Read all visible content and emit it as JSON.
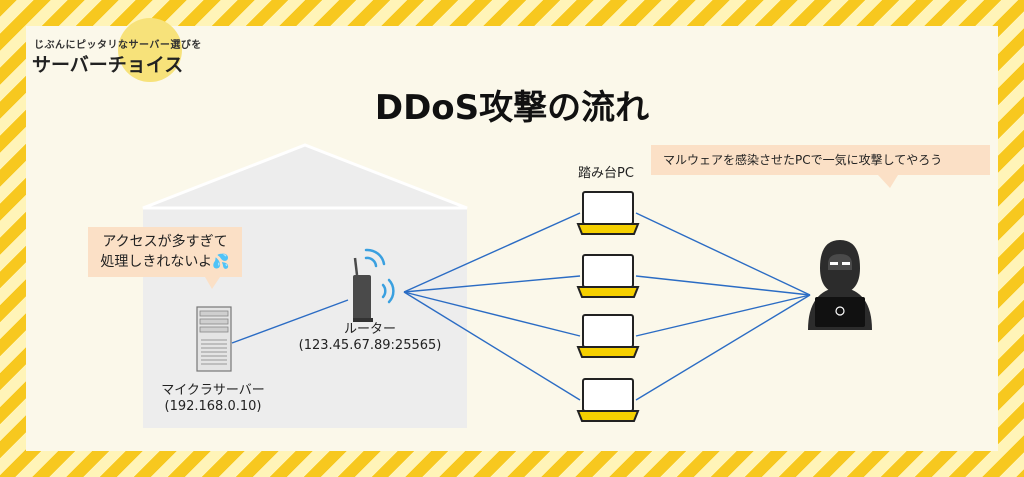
{
  "brand": {
    "tagline": "じぶんにピッタリなサーバー選びを",
    "name": "サーバーチョイス"
  },
  "title": "DDoS攻撃の流れ",
  "server": {
    "bubble_line1": "アクセスが多すぎて",
    "bubble_line2": "処理しきれないよ💦",
    "name": "マイクラサーバー",
    "ip": "(192.168.0.10)"
  },
  "router": {
    "name": "ルーター",
    "ip": "(123.45.67.89:25565)"
  },
  "bots": {
    "label": "踏み台PC"
  },
  "attacker": {
    "bubble": "マルウェアを感染させたPCで一気に攻撃してやろう"
  },
  "colors": {
    "accent_yellow": "#f7c81f",
    "link_blue": "#2b6cc4",
    "bubble": "#fbe0c6",
    "house": "#ededed",
    "laptop_screen": "#f5d000"
  }
}
